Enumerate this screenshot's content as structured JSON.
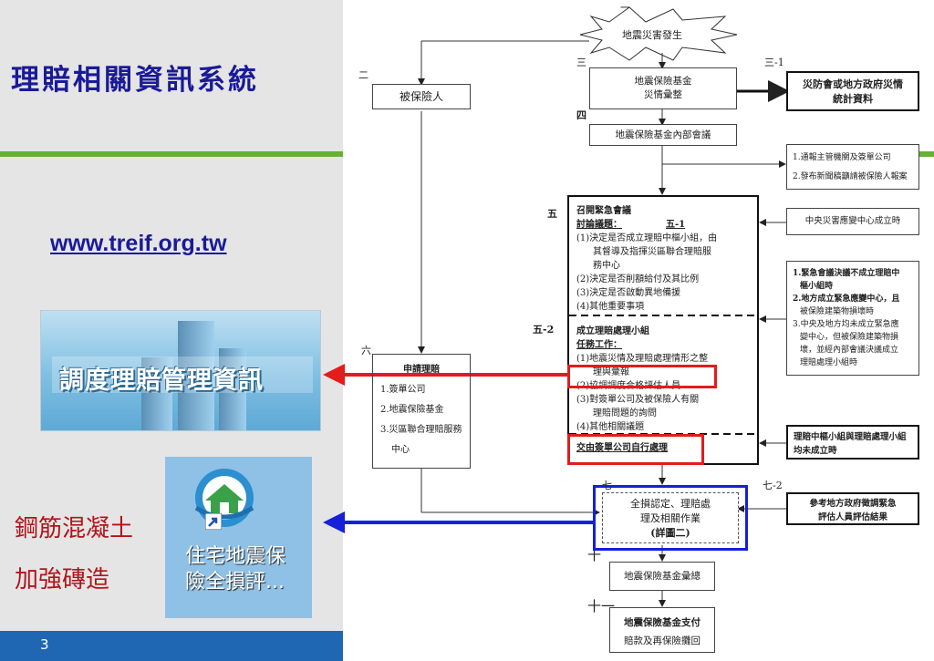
{
  "slide": {
    "title": "理賠相關資訊系統",
    "url": "www.treif.org.tw",
    "page_number": "3",
    "side_text": [
      "鋼筋混凝土",
      "加強磚造"
    ],
    "banner_text": "調度理賠管理資訊",
    "app_label": [
      "住宅地震保",
      "險全損評..."
    ]
  },
  "colors": {
    "title": "#1a1a99",
    "accent_green": "#66b032",
    "red": "#e31c1c",
    "blue": "#1520d8",
    "bar": "#1f67b2"
  },
  "flow": {
    "steps": {
      "s1": "一",
      "s2": "二",
      "s3": "三",
      "s31": "三-1",
      "s4": "四",
      "s5": "五",
      "s51": "五-1",
      "s52": "五-2",
      "s6": "六",
      "s7": "七",
      "s72": "七-2",
      "s10": "十",
      "s11": "十一"
    },
    "disaster": "地震災害發生",
    "insured": "被保險人",
    "fund_collect": [
      "地震保險基金",
      "災情彙整"
    ],
    "gov_stats": [
      "災防會或地方政府災情",
      "統計資料"
    ],
    "internal_meeting": "地震保險基金內部會議",
    "notify": [
      "1.通報主管機關及簽單公司",
      "2.發布新聞稿籲請被保險人報案"
    ],
    "central_center": "中央災害應變中心成立時",
    "meeting": {
      "title": "召開緊急會議",
      "topic": "討論議題：",
      "items": [
        "(1)決定是否成立理賠中樞小組，由",
        "其督導及指揮災區聯合理賠服",
        "務中心",
        "(2)決定是否削額給付及其比例",
        "(3)決定是否啟動異地備援",
        "(4)其他重要事項"
      ]
    },
    "conditions": [
      "1.緊急會議決議不成立理賠中",
      "樞小組時",
      "2.地方成立緊急應變中心，且",
      "被保險建築物損壞時",
      "3.中央及地方均未成立緊急應",
      "變中心，但被保險建築物損",
      "壞，並經內部會議決議成立",
      "理賠處理小組時"
    ],
    "group": {
      "title": "成立理賠處理小組",
      "task": "任務工作：",
      "items": [
        "(1)地震災情及理賠處理情形之整",
        "理與彙報",
        "(2)協調調度合格評估人員",
        "(3)對簽單公司及被保險人有關",
        "理賠問題的詢問",
        "(4)其他相關議題"
      ],
      "highlight": "(2)協調調度合格評估人員"
    },
    "apply": {
      "title": "申請理賠",
      "items": [
        "1.簽單公司",
        "2.地震保險基金",
        "3.災區聯合理賠服務",
        "中心"
      ]
    },
    "self_handle": "交由簽單公司自行處理",
    "no_group": [
      "理賠中樞小組與理賠處理小組",
      "均未成立時"
    ],
    "loss_assess": [
      "全損認定、理賠處",
      "理及相關作業",
      "(詳圖二)"
    ],
    "ref_gov": [
      "參考地方政府徵調緊急",
      "評估人員評估結果"
    ],
    "summary": "地震保險基金彙總",
    "pay": [
      "地震保險基金支付",
      "賠款及再保險攤回"
    ]
  }
}
